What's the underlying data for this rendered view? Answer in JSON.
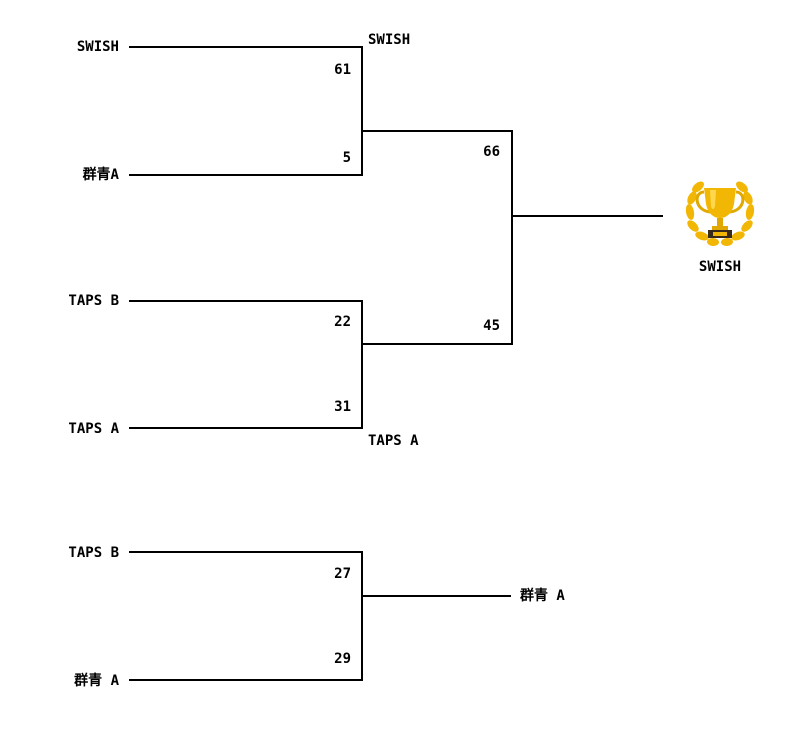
{
  "bracket1": {
    "semi1": {
      "team_top": "SWISH",
      "team_bottom": "群青A",
      "score_top": "61",
      "score_bottom": "5",
      "winner": "SWISH"
    },
    "semi2": {
      "team_top": "TAPS B",
      "team_bottom": "TAPS A",
      "score_top": "22",
      "score_bottom": "31",
      "winner": "TAPS A"
    },
    "final": {
      "score_top": "66",
      "score_bottom": "45"
    },
    "champion": "SWISH"
  },
  "bracket2": {
    "match": {
      "team_top": "TAPS B",
      "team_bottom": "群青 A",
      "score_top": "27",
      "score_bottom": "29",
      "winner": "群青 A"
    }
  },
  "icons": {
    "trophy": "trophy-icon",
    "trophy_color": "#F2B705",
    "laurel_color": "#F2B705"
  }
}
